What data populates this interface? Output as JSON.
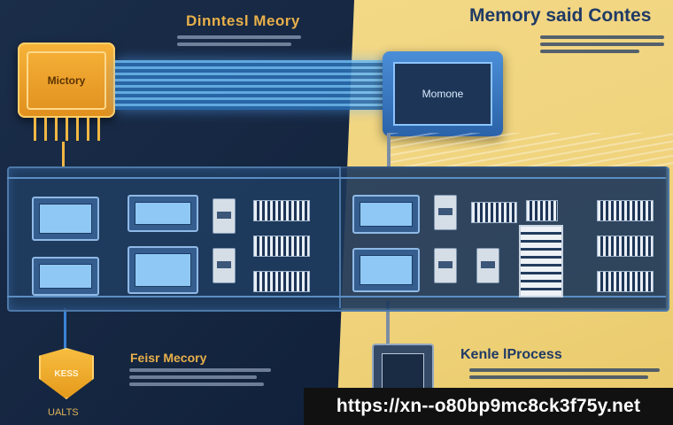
{
  "labels": {
    "top_left_title": "Dinntesl Meory",
    "top_right_title": "Memory said Contes",
    "bottom_left_title": "Feisr Mecory",
    "bottom_right_title": "Kenle lProcess",
    "gold_chip": "Mictory",
    "blue_chip": "Momone",
    "shield_badge": "KESS",
    "shield_caption": "UALTS",
    "url_banner": "https://xn--o80bp9mc8ck3f75y.net"
  },
  "colors": {
    "left_background": "#172a45",
    "right_background": "#f1d47e",
    "accent_gold": "#f2a82e",
    "accent_blue": "#3f82cf"
  }
}
